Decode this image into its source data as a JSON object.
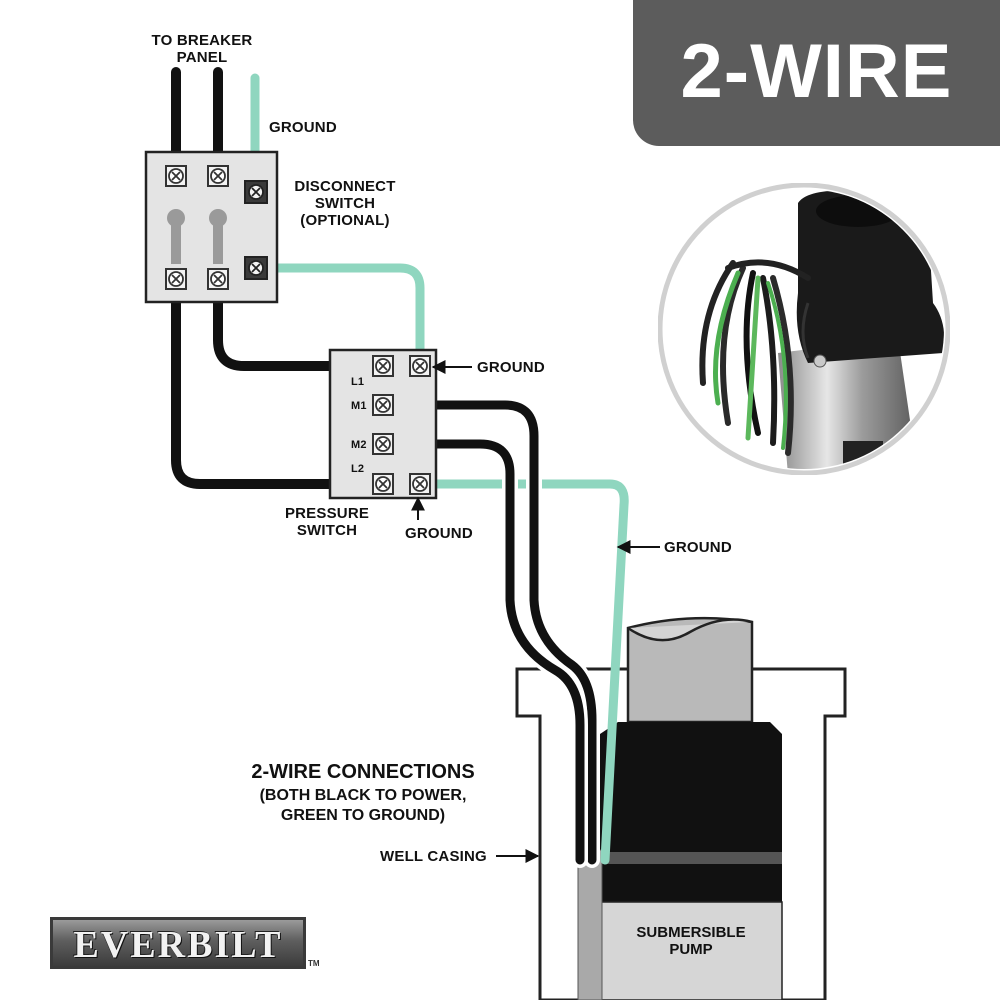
{
  "badge": {
    "text": "2-WIRE"
  },
  "labels": {
    "breaker_panel": "TO BREAKER\nPANEL",
    "ground_top": "GROUND",
    "disconnect": "DISCONNECT\nSWITCH\n(OPTIONAL)",
    "ground_ps_top": "GROUND",
    "l1": "L1",
    "m1": "M1",
    "m2": "M2",
    "l2": "L2",
    "pressure_switch": "PRESSURE\nSWITCH",
    "ground_ps_bottom": "GROUND",
    "ground_wire": "GROUND",
    "well_casing": "WELL CASING",
    "submersible_pump": "SUBMERSIBLE\nPUMP"
  },
  "connections": {
    "title": "2-WIRE CONNECTIONS",
    "subtitle": "(BOTH BLACK TO POWER,\nGREEN TO GROUND)"
  },
  "logo": {
    "text": "EVERBILT",
    "tm": "TM"
  },
  "colors": {
    "ground_wire": "#8fd6bf",
    "power_wire": "#111111",
    "box_fill": "#e4e4e4",
    "badge": "#5c5c5c",
    "casing": "#d8d8d8"
  }
}
